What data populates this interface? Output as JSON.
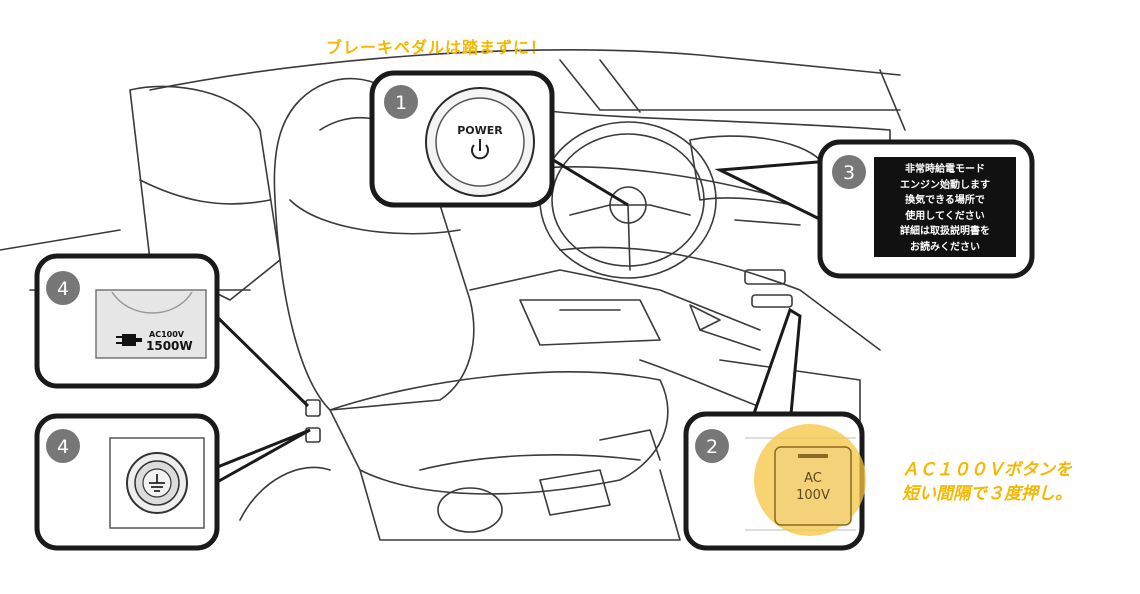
{
  "colors": {
    "accent": "#f5b800",
    "badge": "#777777",
    "outline": "#1a1a1a"
  },
  "instruction_top": "ブレーキペダルは踏まずに！",
  "instruction_right": [
    "ＡＣ１００Ｖボタンを",
    "短い間隔で３度押し。"
  ],
  "callouts": [
    {
      "number": "1",
      "label_line1": "POWER",
      "icon": "power-icon"
    },
    {
      "number": "2",
      "label_line1": "AC",
      "label_line2": "100V"
    },
    {
      "number": "3",
      "message": [
        "非常時給電モード",
        "エンジン始動します",
        "換気できる場所で",
        "使用してください",
        "詳細は取扱説明書を",
        "お読みください"
      ]
    },
    {
      "number": "4",
      "outlet_line1": "AC100V",
      "outlet_line2": "1500W",
      "icon": "plug-icon"
    },
    {
      "number": "4",
      "icon": "ground-icon"
    }
  ]
}
